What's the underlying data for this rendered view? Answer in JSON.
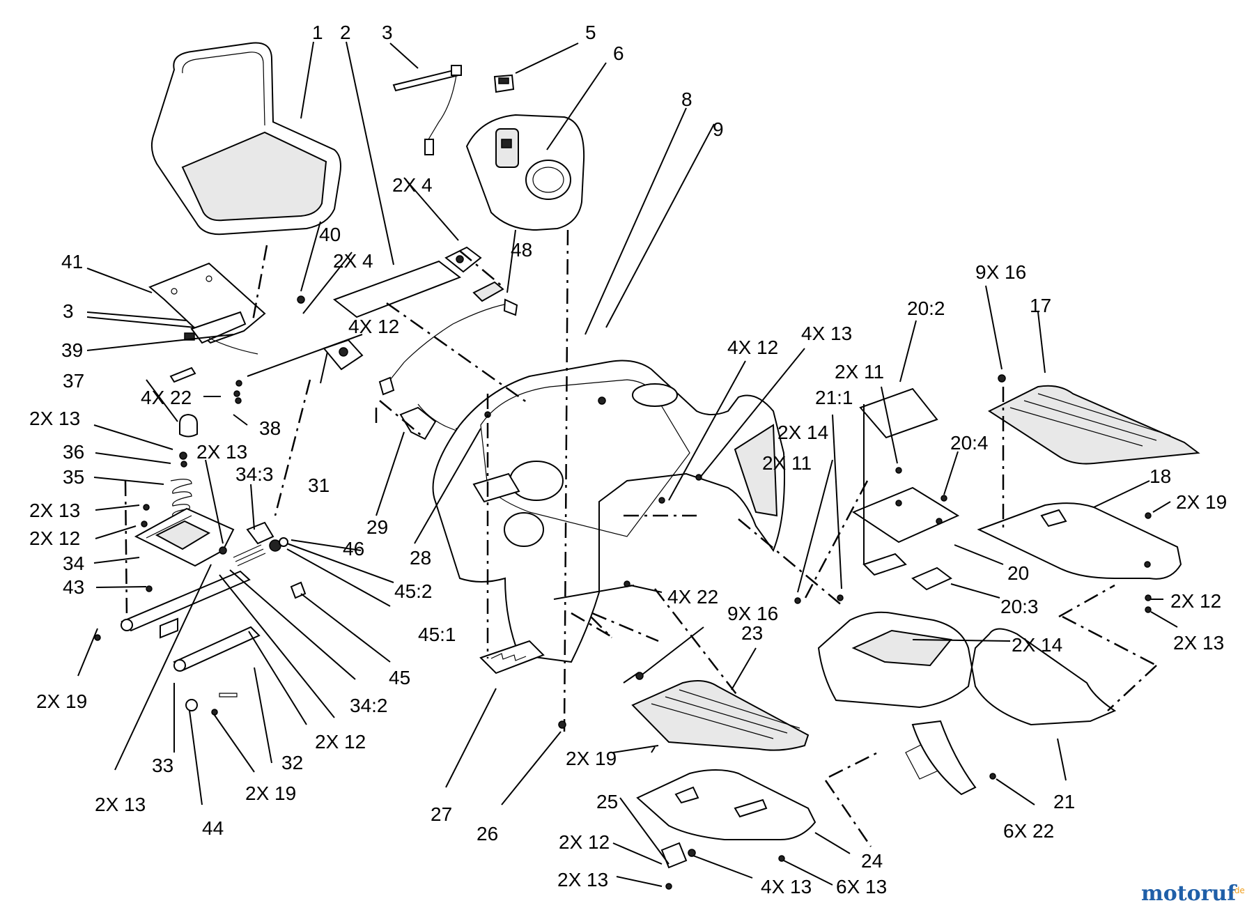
{
  "diagram": {
    "colors": {
      "ink": "#000000",
      "paper": "#ffffff",
      "fill": "#e8e8e8",
      "watermark_blue": "#1f5fa8",
      "watermark_orange": "#f0a020"
    },
    "labels": {
      "l1": "1",
      "l2": "2",
      "l3a": "3",
      "l3b": "3",
      "l5": "5",
      "l6": "6",
      "l8": "8",
      "l9": "9",
      "l2x4a": "2X 4",
      "l2x4b": "2X 4",
      "l48": "48",
      "l40": "40",
      "l41": "41",
      "l39": "39",
      "l4x12a": "4X 12",
      "l37": "37",
      "l4x22a": "4X 22",
      "l38": "38",
      "l2x13a": "2X 13",
      "l2x13b": "2X 13",
      "l36": "36",
      "l35": "35",
      "l2x13c": "2X 13",
      "l2x12a": "2X 12",
      "l34": "34",
      "l34_3": "34:3",
      "l31": "31",
      "l29": "29",
      "l28": "28",
      "l46": "46",
      "l45_2": "45:2",
      "l45_1": "45:1",
      "l45": "45",
      "l43": "43",
      "l2x19a": "2X 19",
      "l33": "33",
      "l44": "44",
      "l2x19b": "2X 19",
      "l32": "32",
      "l2x12b": "2X 12",
      "l34_2": "34:2",
      "l2x13d": "2X 13",
      "l27": "27",
      "l26": "26",
      "l4x12b": "4X 12",
      "l4x13a": "4X 13",
      "l20_2": "20:2",
      "l9x16a": "9X 16",
      "l17": "17",
      "l2x11a": "2X 11",
      "l21_1": "21:1",
      "l2x14a": "2X 14",
      "l2x11b": "2X 11",
      "l20_4": "20:4",
      "l18": "18",
      "l2x19c": "2X 19",
      "l4x22b": "4X 22",
      "l20": "20",
      "l20_3": "20:3",
      "l2x12c": "2X 12",
      "l2x14b": "2X 14",
      "l2x13e": "2X 13",
      "l9x16b": "9X 16",
      "l23": "23",
      "l2x19d": "2X 19",
      "l25": "25",
      "l2x12d": "2X 12",
      "l2x13f": "2X 13",
      "l4x13b": "4X 13",
      "l6x13": "6X 13",
      "l24": "24",
      "l6x22": "6X 22",
      "l21": "21"
    },
    "watermark": {
      "main": "motoruf",
      "sub": ".de"
    }
  }
}
